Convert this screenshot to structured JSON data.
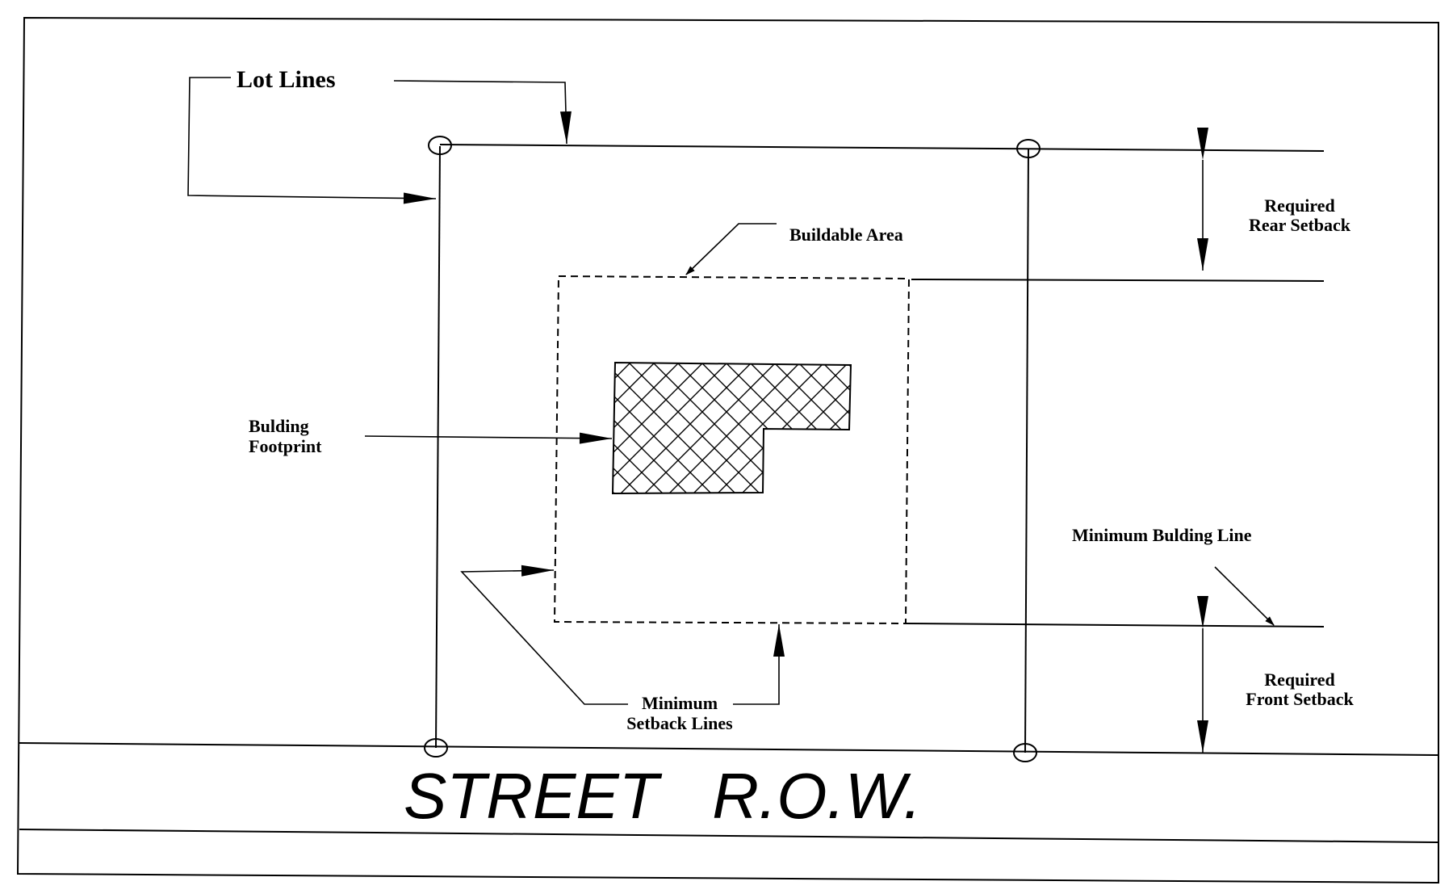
{
  "labels": {
    "lot_lines": "Lot Lines",
    "buildable_area": "Buildable Area",
    "required_rear_line1": "Required",
    "required_rear_line2": "Rear Setback",
    "building_footprint_line1": "Bulding",
    "building_footprint_line2": "Footprint",
    "minimum_building_line": "Minimum Bulding Line",
    "required_front_line1": "Required",
    "required_front_line2": "Front Setback",
    "min_setback_line1": "Minimum",
    "min_setback_line2": "Setback Lines",
    "street_row": "STREET   R.O.W."
  }
}
